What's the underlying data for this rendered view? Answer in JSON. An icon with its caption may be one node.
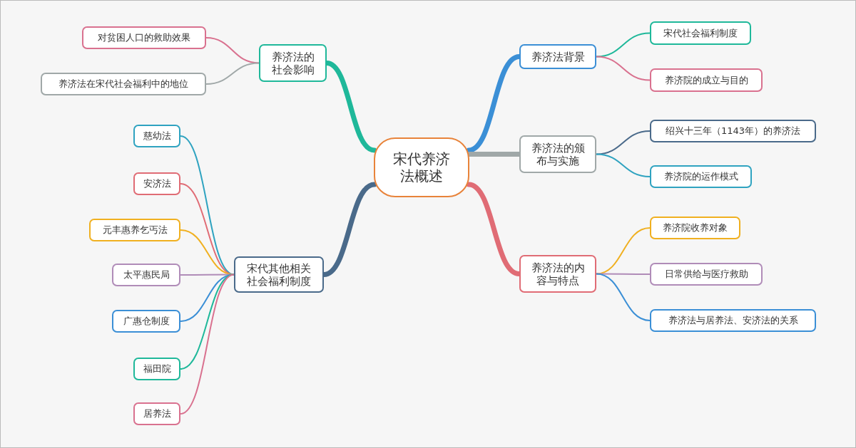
{
  "diagram": {
    "nodes": [
      {
        "text": [
          "宋代养济法概述"
        ]
      },
      {
        "text": [
          "养济法背景"
        ]
      },
      {
        "text": [
          "宋代社会福利制度"
        ]
      },
      {
        "text": [
          "养济院的成立与目的"
        ]
      },
      {
        "text": [
          "养济法的颁布与实施"
        ]
      },
      {
        "text": [
          "绍兴十三年（1143年）的养济法"
        ]
      },
      {
        "text": [
          "养济院的运作模式"
        ]
      },
      {
        "text": [
          "养济法的内容与特点"
        ]
      },
      {
        "text": [
          "养济院收养对象"
        ]
      },
      {
        "text": [
          "日常供给与医疗救助"
        ]
      },
      {
        "text": [
          "养济法与居养法、安济法的关系"
        ]
      },
      {
        "text": [
          "宋代其他相关社会福利制度"
        ]
      },
      {
        "text": [
          "慈幼法"
        ]
      },
      {
        "text": [
          "安济法"
        ]
      },
      {
        "text": [
          "元丰惠养乞丐法"
        ]
      },
      {
        "text": [
          "太平惠民局"
        ]
      },
      {
        "text": [
          "广惠仓制度"
        ]
      },
      {
        "text": [
          "福田院"
        ]
      },
      {
        "text": [
          "居养法"
        ]
      },
      {
        "text": [
          "养济法的社会影响"
        ]
      },
      {
        "text": [
          "对贫困人口的救助效果"
        ]
      },
      {
        "text": [
          "养济法在宋代社会福利中的地位"
        ]
      }
    ],
    "edges": [
      {
        "from": 0,
        "to": 1,
        "arrow": "none",
        "style": "thick",
        "color": "#3b8fd6"
      },
      {
        "from": 1,
        "to": 2,
        "arrow": "none",
        "color": "#1fb89a"
      },
      {
        "from": 1,
        "to": 3,
        "arrow": "none",
        "color": "#d9718f"
      },
      {
        "from": 0,
        "to": 4,
        "arrow": "none",
        "style": "thick",
        "color": "#a0a8a8"
      },
      {
        "from": 4,
        "to": 5,
        "arrow": "none",
        "color": "#4a6a8a"
      },
      {
        "from": 4,
        "to": 6,
        "arrow": "none",
        "color": "#2fa3c0"
      },
      {
        "from": 0,
        "to": 7,
        "arrow": "none",
        "style": "thick",
        "color": "#e06c75"
      },
      {
        "from": 7,
        "to": 8,
        "arrow": "none",
        "color": "#f0b020"
      },
      {
        "from": 7,
        "to": 9,
        "arrow": "none",
        "color": "#b08cb8"
      },
      {
        "from": 7,
        "to": 10,
        "arrow": "none",
        "color": "#3b8fd6"
      },
      {
        "from": 0,
        "to": 11,
        "arrow": "none",
        "style": "thick",
        "color": "#4a6a8a"
      },
      {
        "from": 11,
        "to": 12,
        "arrow": "none",
        "color": "#2fa3c0"
      },
      {
        "from": 11,
        "to": 13,
        "arrow": "none",
        "color": "#e06c75"
      },
      {
        "from": 11,
        "to": 14,
        "arrow": "none",
        "color": "#f0b020"
      },
      {
        "from": 11,
        "to": 15,
        "arrow": "none",
        "color": "#b08cb8"
      },
      {
        "from": 11,
        "to": 16,
        "arrow": "none",
        "color": "#3b8fd6"
      },
      {
        "from": 11,
        "to": 17,
        "arrow": "none",
        "color": "#1fb89a"
      },
      {
        "from": 11,
        "to": 18,
        "arrow": "none",
        "color": "#d9718f"
      },
      {
        "from": 0,
        "to": 19,
        "arrow": "none",
        "style": "thick",
        "color": "#1fb89a"
      },
      {
        "from": 19,
        "to": 20,
        "arrow": "none",
        "color": "#d9718f"
      },
      {
        "from": 19,
        "to": 21,
        "arrow": "none",
        "color": "#a0a8a8"
      }
    ]
  }
}
